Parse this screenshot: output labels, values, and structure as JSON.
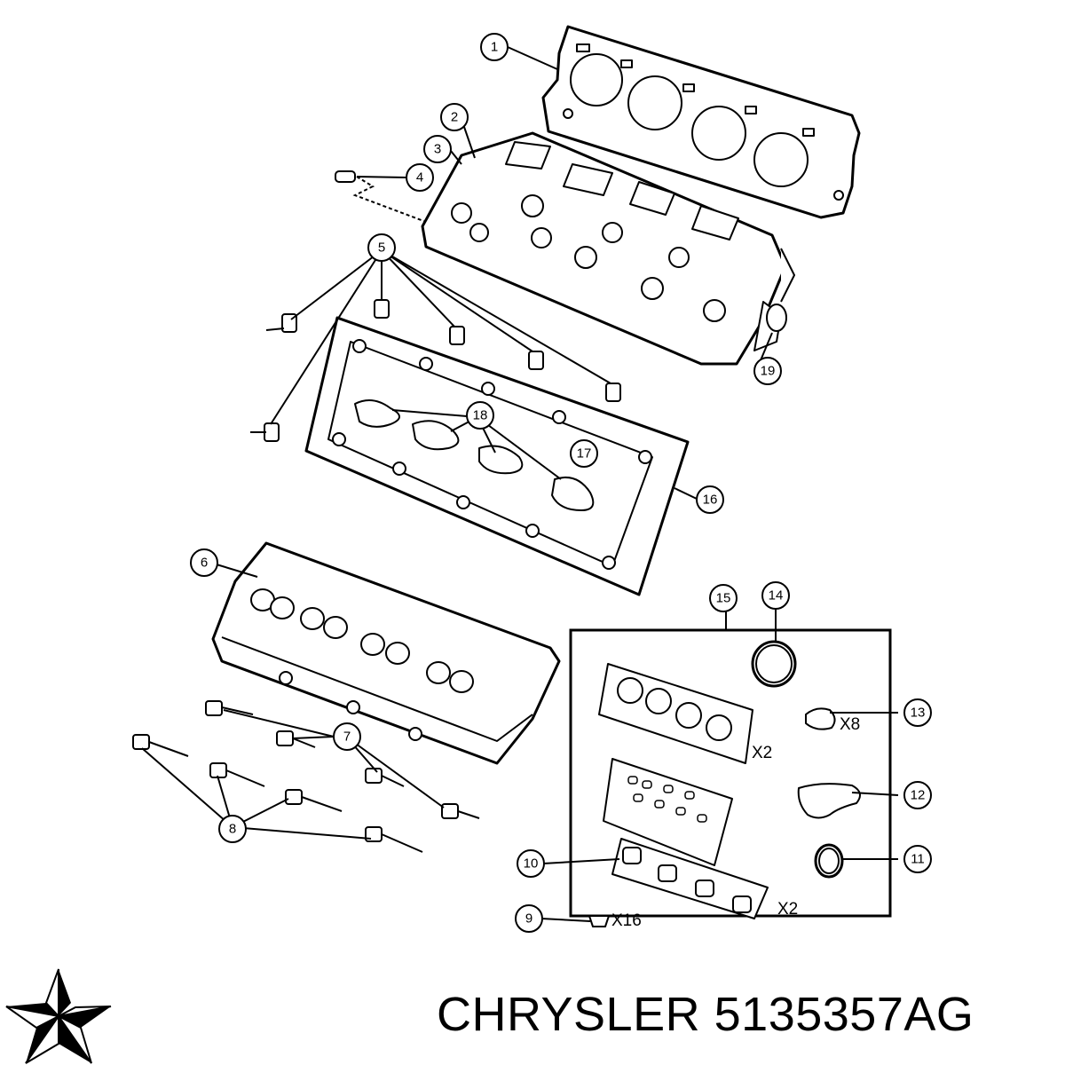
{
  "diagram": {
    "callouts": [
      {
        "id": "callout-1",
        "label": "1"
      },
      {
        "id": "callout-2",
        "label": "2"
      },
      {
        "id": "callout-3",
        "label": "3"
      },
      {
        "id": "callout-4",
        "label": "4"
      },
      {
        "id": "callout-5",
        "label": "5"
      },
      {
        "id": "callout-6",
        "label": "6"
      },
      {
        "id": "callout-7",
        "label": "7"
      },
      {
        "id": "callout-8",
        "label": "8"
      },
      {
        "id": "callout-9",
        "label": "9"
      },
      {
        "id": "callout-10",
        "label": "10"
      },
      {
        "id": "callout-11",
        "label": "11"
      },
      {
        "id": "callout-12",
        "label": "12"
      },
      {
        "id": "callout-13",
        "label": "13"
      },
      {
        "id": "callout-14",
        "label": "14"
      },
      {
        "id": "callout-15",
        "label": "15"
      },
      {
        "id": "callout-16",
        "label": "16"
      },
      {
        "id": "callout-17",
        "label": "17"
      },
      {
        "id": "callout-18",
        "label": "18"
      },
      {
        "id": "callout-19",
        "label": "19"
      }
    ],
    "kit_quantities": {
      "o_ring": "X8",
      "head_gasket": "X2",
      "exhaust_gasket": "X2",
      "seal": "X16"
    }
  },
  "caption": {
    "brand": "CHRYSLER",
    "part_number": "5135357AG"
  },
  "logo": {
    "name": "chrysler-pentastar",
    "color": "#000000"
  }
}
